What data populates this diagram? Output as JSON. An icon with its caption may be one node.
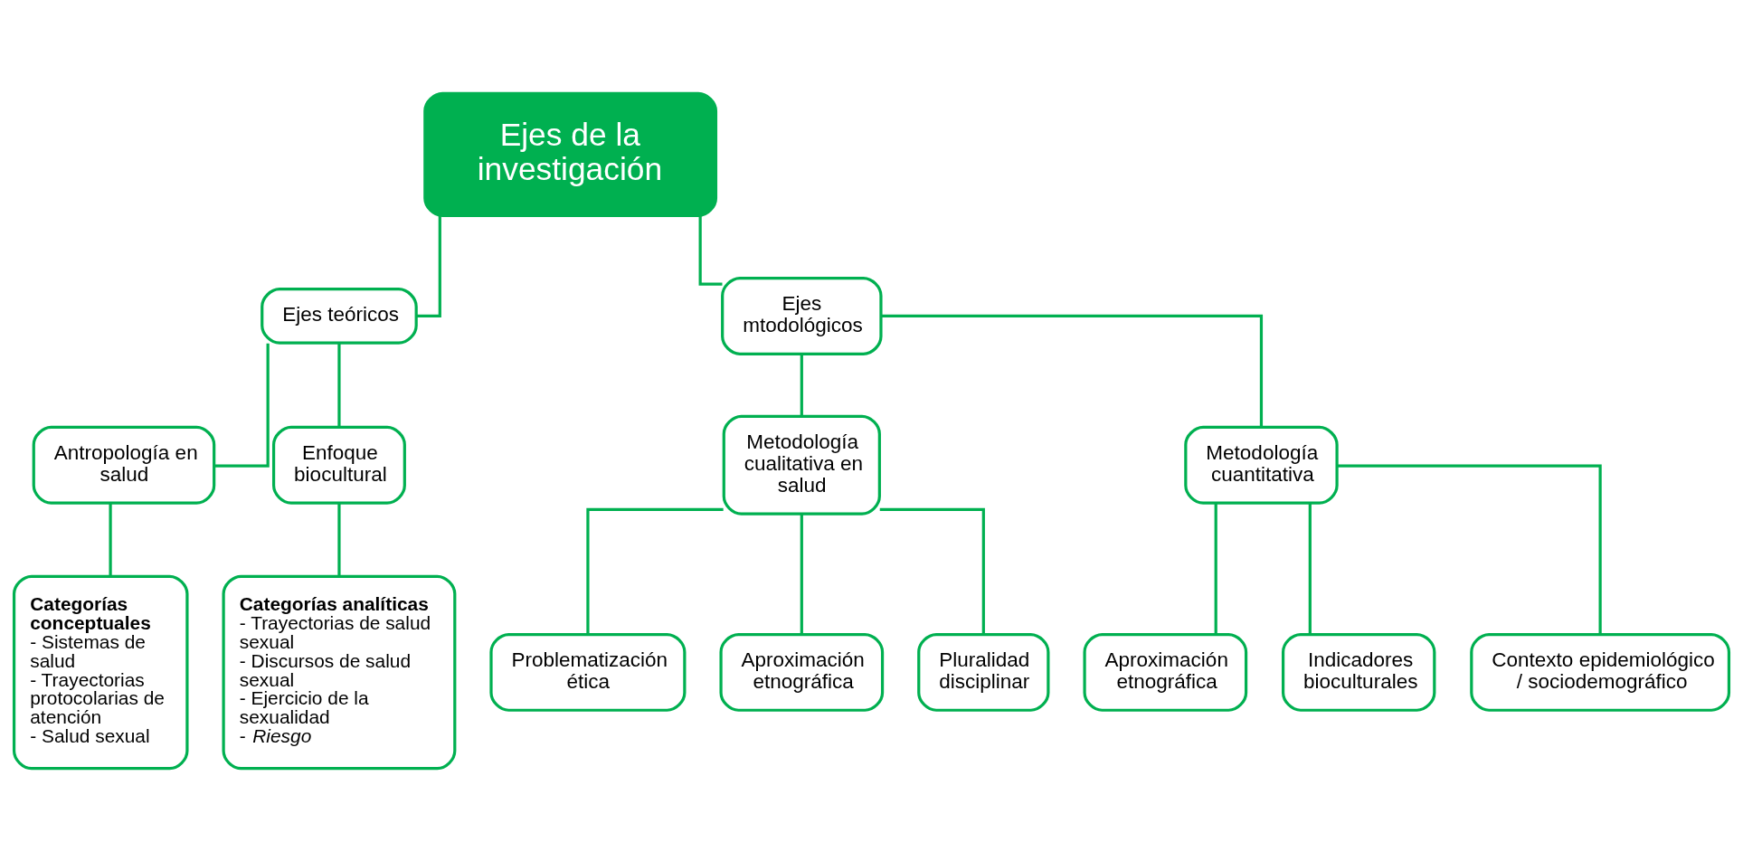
{
  "diagram": {
    "nodes": [
      {
        "text": [
          "Ejes de la investigación"
        ]
      },
      {
        "text": [
          "Ejes teóricos"
        ]
      },
      {
        "text": [
          "Ejes mtodológicos"
        ]
      },
      {
        "text": [
          "Antropología en salud"
        ]
      },
      {
        "text": [
          "Enfoque biocultural"
        ]
      },
      {
        "text": [
          "Categorías conceptuales",
          "- Sistemas de salud",
          "- Trayectorias protocolarias de atención",
          "- Salud sexual"
        ]
      },
      {
        "text": [
          "Categorías analíticas",
          "- Trayectorias de salud sexual",
          "- Discursos de salud sexual",
          "- Ejercicio de la sexualidad",
          "- *Riesgo*"
        ]
      },
      {
        "text": [
          "Metodología cualitativa en salud"
        ]
      },
      {
        "text": [
          "Metodología cuantitativa"
        ]
      },
      {
        "text": [
          "Problematización ética"
        ]
      },
      {
        "text": [
          "Aproximación etnográfica"
        ]
      },
      {
        "text": [
          "Pluralidad disciplinar"
        ]
      },
      {
        "text": [
          "Aproximación etnográfica"
        ]
      },
      {
        "text": [
          "Indicadores bioculturales"
        ]
      },
      {
        "text": [
          "Contexto epidemiológico / sociodemográfico"
        ]
      }
    ],
    "edges": [
      {
        "from": 0,
        "to": 1,
        "arrow": "none"
      },
      {
        "from": 0,
        "to": 2,
        "arrow": "none"
      },
      {
        "from": 1,
        "to": 3,
        "arrow": "none"
      },
      {
        "from": 1,
        "to": 4,
        "arrow": "none"
      },
      {
        "from": 3,
        "to": 5,
        "arrow": "none"
      },
      {
        "from": 4,
        "to": 6,
        "arrow": "none"
      },
      {
        "from": 2,
        "to": 7,
        "arrow": "none"
      },
      {
        "from": 2,
        "to": 8,
        "arrow": "none"
      },
      {
        "from": 7,
        "to": 9,
        "arrow": "none"
      },
      {
        "from": 7,
        "to": 10,
        "arrow": "none"
      },
      {
        "from": 7,
        "to": 11,
        "arrow": "none"
      },
      {
        "from": 8,
        "to": 12,
        "arrow": "none"
      },
      {
        "from": 8,
        "to": 13,
        "arrow": "none"
      },
      {
        "from": 8,
        "to": 14,
        "arrow": "none"
      }
    ]
  }
}
